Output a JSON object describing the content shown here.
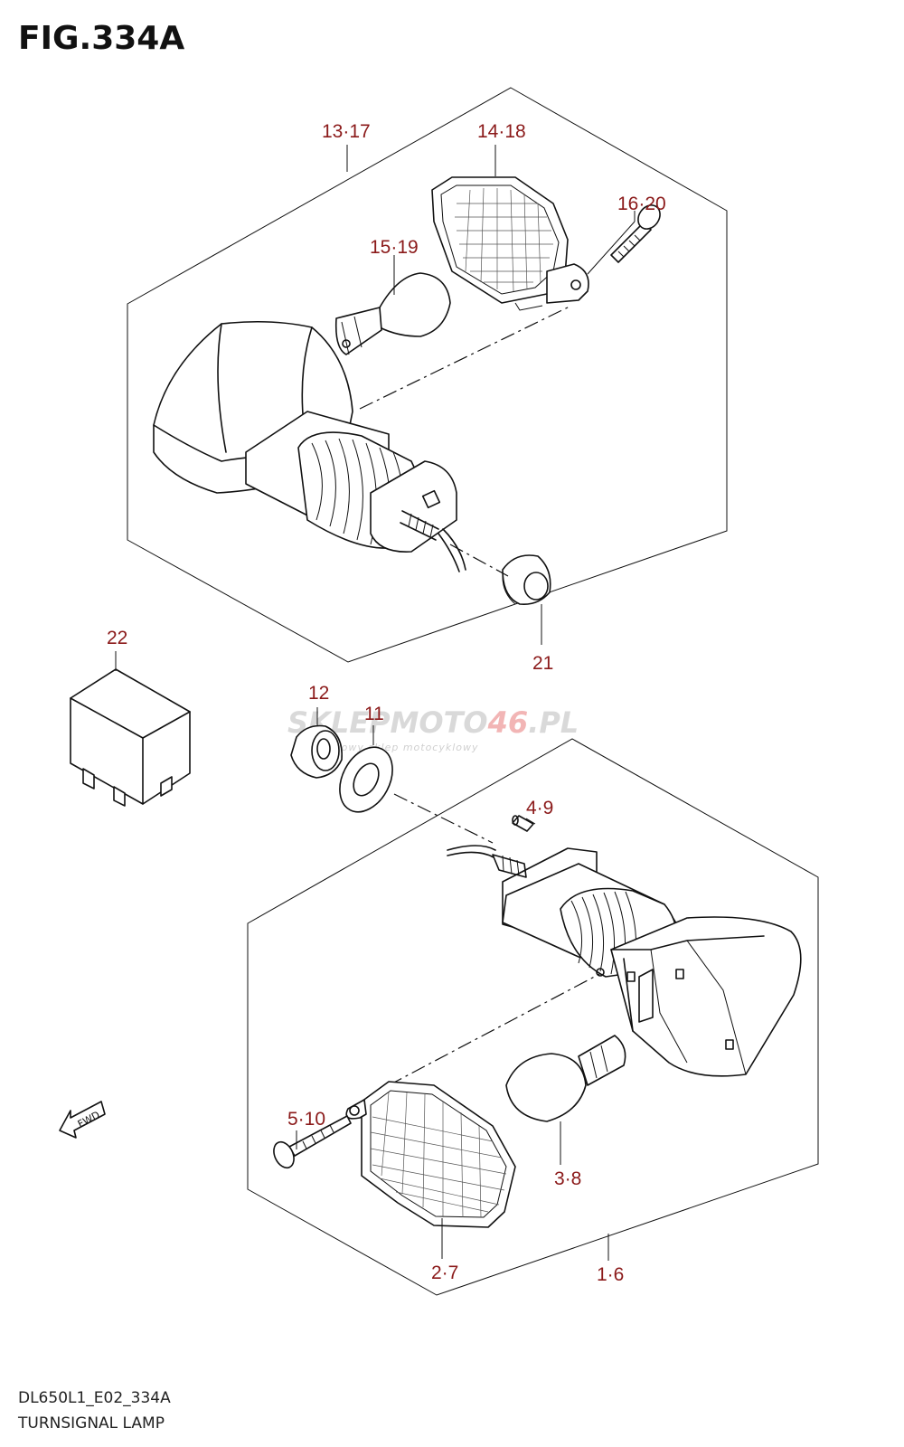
{
  "figure": {
    "title": "FIG.334A"
  },
  "footer": {
    "model_code": "DL650L1_E02_334A",
    "caption": "TURNSIGNAL LAMP"
  },
  "watermark": {
    "brand_grey": "SKLEPMOTO",
    "brand_red": "46",
    "brand_tld": ".PL",
    "tagline": "internetowy sklep motocyklowy"
  },
  "direction_marker": {
    "label": "FWD",
    "icon": "fwd-arrow-icon"
  },
  "callouts": [
    {
      "id": "c-13-17",
      "text": "13·17"
    },
    {
      "id": "c-14-18",
      "text": "14·18"
    },
    {
      "id": "c-16-20",
      "text": "16·20"
    },
    {
      "id": "c-15-19",
      "text": "15·19"
    },
    {
      "id": "c-21",
      "text": "21"
    },
    {
      "id": "c-22",
      "text": "22"
    },
    {
      "id": "c-12",
      "text": "12"
    },
    {
      "id": "c-11",
      "text": "11"
    },
    {
      "id": "c-4-9",
      "text": "4·9"
    },
    {
      "id": "c-5-10",
      "text": "5·10"
    },
    {
      "id": "c-3-8",
      "text": "3·8"
    },
    {
      "id": "c-2-7",
      "text": "2·7"
    },
    {
      "id": "c-1-6",
      "text": "1·6"
    }
  ],
  "colors": {
    "callout": "#8b1a1a",
    "line": "#111111",
    "watermark_red": "#f2b5b5",
    "watermark_grey": "#d9d9d9"
  }
}
